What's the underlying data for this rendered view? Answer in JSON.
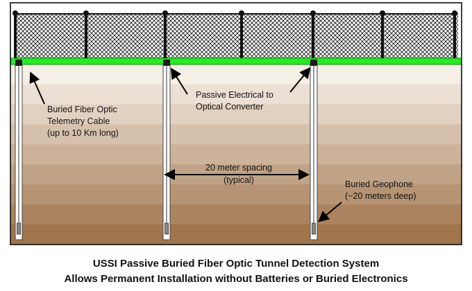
{
  "labels": {
    "cable": [
      "Buried Fiber Optic",
      "Telemetry Cable",
      "(up to 10 Km long)"
    ],
    "converter": [
      "Passive Electrical to",
      "Optical Converter"
    ],
    "spacing": [
      "20 meter spacing",
      "(typical)"
    ],
    "geophone": [
      "Buried Geophone",
      "(~20 meters deep)"
    ]
  },
  "caption": {
    "line1": "USSI Passive Buried Fiber Optic Tunnel Detection System",
    "line2": "Allows Permanent Installation  without Batteries or Buried Electronics"
  },
  "colors": {
    "cable": "#22ee22",
    "soil_top": "#f6efe6",
    "soil_bottom": "#a0754c",
    "fence": "#111111",
    "frame": "#000000"
  }
}
